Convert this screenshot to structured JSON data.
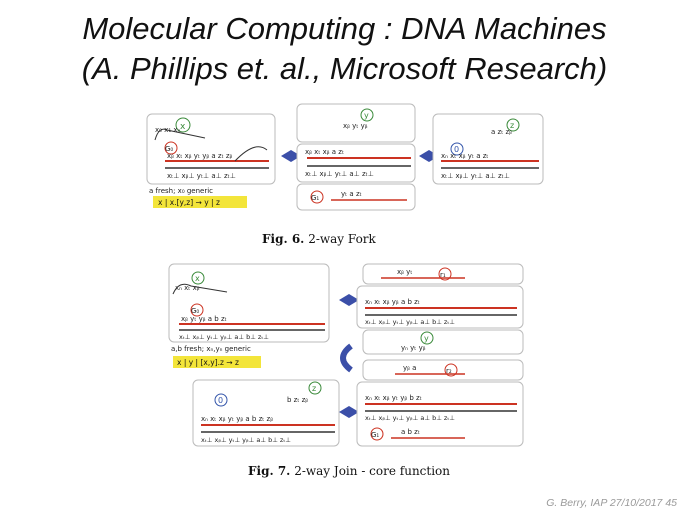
{
  "slide": {
    "title_line1": "Molecular Computing : DNA Machines",
    "title_line2": "(A. Phillips et. al., Microsoft Research)",
    "footer": "G. Berry, IAP  27/10/2017  45"
  },
  "fig6": {
    "caption_label": "Fig. 6.",
    "caption_text": "2-way Fork",
    "note": "a fresh; x₀ generic",
    "formula": "x | x.[y,z] → y | z",
    "gate_label": "G₀",
    "gate2_label": "G₁",
    "circle_x": "x",
    "circle_y": "y",
    "circle_z": "z",
    "circle_0": "0",
    "top_x": "x₀ x₁ xₙ",
    "top_y": "xᵦ yₜ yᵦ",
    "top_z": "a zₜ zᵦ",
    "strand_labels": "xᵦ  xₜ  xᵦ  yₜ  yᵦ  a  zₜ zᵦ",
    "complement_labels": "xₜ⊥  xᵦ⊥  yₜ⊥  a⊥  zₜ⊥",
    "lower_strand": "yₜ  a  zₜ"
  },
  "fig7": {
    "caption_label": "Fig. 7.",
    "caption_text": "2-way Join - core function",
    "note": "a,b fresh; xₙ,yₙ generic",
    "formula": "x | y | [x,y].z → z",
    "gate_label": "G₀",
    "gate2_label": "G₁",
    "circle_x": "x",
    "circle_y": "y",
    "circle_z": "z",
    "circle_0": "0",
    "r1": "r₁",
    "r2": "r₂",
    "strand_labels": "xₙ  xₜ  xᵦ  yₜ  yᵦ  a  b  zₜ zᵦ",
    "complement_labels": "xₜ⊥  xᵦ⊥  yₜ⊥  yᵦ⊥  a⊥  b⊥  zₜ⊥",
    "top_r1": "xᵦ  yₜ",
    "top_r2": "yᵦ  a",
    "lower_strand": "a  b  zₜ"
  },
  "colors": {
    "accent_red": "#cc3322",
    "accent_green": "#3a8a3a",
    "accent_blue": "#3355aa",
    "formula_bg": "#f3e53a",
    "box_border": "#bbbbbb",
    "arrow_blue": "#3b4fa8"
  }
}
